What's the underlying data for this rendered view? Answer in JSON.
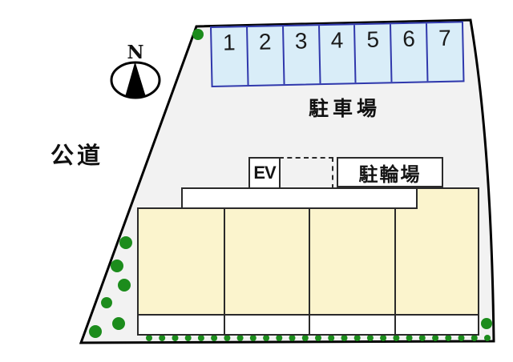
{
  "diagram": {
    "north_label": "N",
    "public_road_label": "公道",
    "parking_lot_label": "駐車場",
    "bicycle_parking_label": "駐輪場",
    "elevator_label": "EV",
    "parking_spaces": [
      "1",
      "2",
      "3",
      "4",
      "5",
      "6",
      "7"
    ],
    "colors": {
      "site_fill": "#f2f2f2",
      "outline": "#000000",
      "parking_space_fill": "#d9edf8",
      "parking_space_border": "#3038ac",
      "building_fill": "#fbf4cd",
      "structure_border": "#2a2a2a",
      "greenery": "#1c8c1c"
    },
    "icons": {
      "compass": "compass-north-icon",
      "greenery": "tree-dot-icon"
    }
  }
}
